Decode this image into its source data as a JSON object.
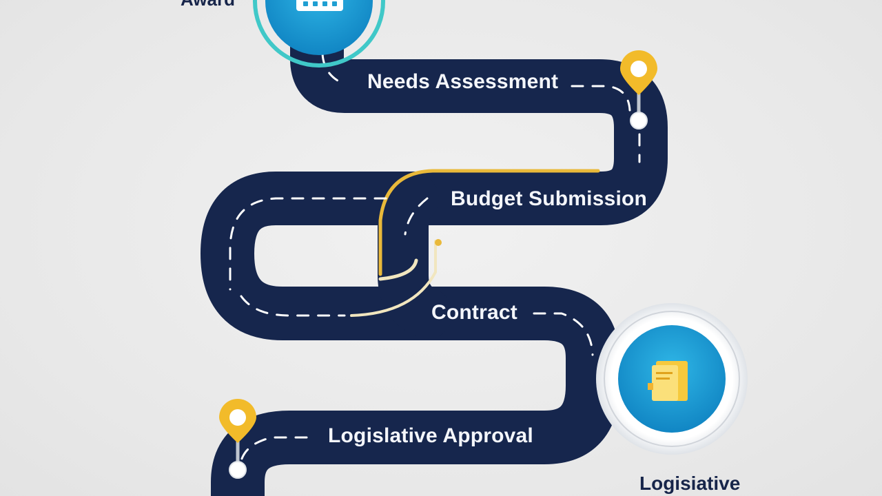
{
  "stages": {
    "award": "Award",
    "needs_assessment": "Needs Assessment",
    "budget_submission": "Budget Submission",
    "contract": "Contract",
    "legislative_approval": "Logislative Approval",
    "legislative_bottom": "Logisiative"
  },
  "colors": {
    "background": "#ebebeb",
    "road": "#16264d",
    "road_dash": "#ffffff",
    "gold_accent": "#e9b93a",
    "teal_ring": "#40c8c8",
    "icon_blue": "#1f9fd2"
  },
  "icons": {
    "top_circle": "calculator-icon",
    "right_circle": "document-folder-icon",
    "pins": "location-pin-icon"
  }
}
